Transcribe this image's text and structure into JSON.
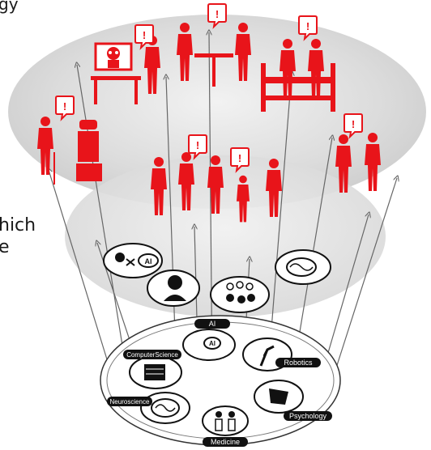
{
  "fragments": {
    "top_left": "gy",
    "mid_left_1": "hich",
    "mid_left_2": "e"
  },
  "disciplines": {
    "ai": "AI",
    "computer_science": "ComputerScience",
    "robotics": "Robotics",
    "neuroscience": "Neuroscience",
    "psychology": "Psychology",
    "medicine": "Medicine"
  },
  "icon_labels": {
    "ai_disc": "AI",
    "human_ai": "AI"
  },
  "colors": {
    "figure_red": "#e8141a",
    "ellipse_top": "#d9d9d9",
    "ellipse_mid": "#e4e4e4",
    "ink": "#111111"
  }
}
